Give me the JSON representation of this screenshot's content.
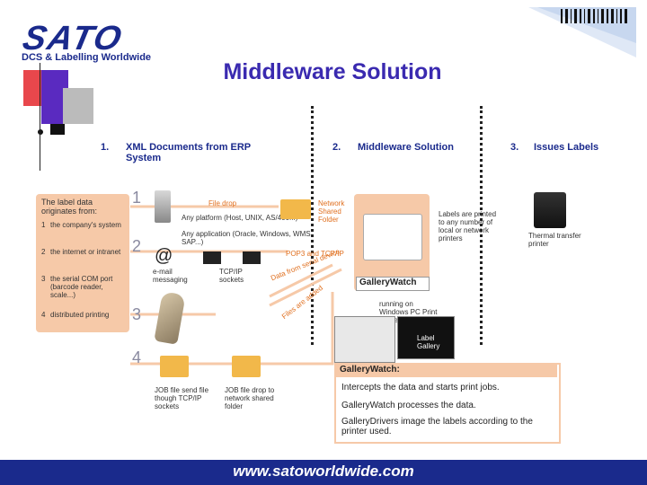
{
  "brand": {
    "logo": "SATO",
    "tagline": "DCS & Labelling Worldwide"
  },
  "title": "Middleware Solution",
  "steps": [
    {
      "num": "1.",
      "label": "XML Documents from ERP System"
    },
    {
      "num": "2.",
      "label": "Middleware Solution"
    },
    {
      "num": "3.",
      "label": "Issues Labels"
    }
  ],
  "left_panel": {
    "heading": "The label data originates from:",
    "items": [
      {
        "num": "1",
        "text": "the company's system"
      },
      {
        "num": "2",
        "text": "the internet or intranet"
      },
      {
        "num": "3",
        "text": "the serial COM port (barcode reader, scale...)"
      },
      {
        "num": "4",
        "text": "distributed printing"
      }
    ]
  },
  "diagram": {
    "row_numbers": [
      "1",
      "2",
      "3",
      "4"
    ],
    "file_drop": "File drop",
    "any_platform": "Any platform (Host, UNIX, AS/400...)",
    "any_application": "Any application (Oracle, Windows, WMS, SAP...)",
    "network_folder": "Network Shared Folder",
    "pop3": "POP3 and TCP/IP",
    "email": "e-mail messaging",
    "tcpip": "TCP/IP sockets",
    "serial": "Data from serial device",
    "files_added": "Files are added",
    "job_file_1": "JOB file send file though TCP/IP sockets",
    "job_file_2": "JOB file drop to network shared folder",
    "labels_printed": "Labels are printed to any number of local or network printers",
    "gallerywatch": "GalleryWatch",
    "running_on": "running on Windows PC Print Server",
    "printer": "Thermal transfer printer",
    "label_gallery": "Label Gallery"
  },
  "gallerywatch_panel": {
    "title": "GalleryWatch:",
    "lines": [
      "Intercepts the data and starts print jobs.",
      "GalleryWatch processes the data.",
      "GalleryDrivers image the labels according to the printer used."
    ]
  },
  "footer": "www.satoworldwide.com",
  "colors": {
    "brand": "#1a2a8c",
    "title": "#3a2ab0",
    "accent": "#e07020",
    "panel": "#f6c9a8"
  }
}
